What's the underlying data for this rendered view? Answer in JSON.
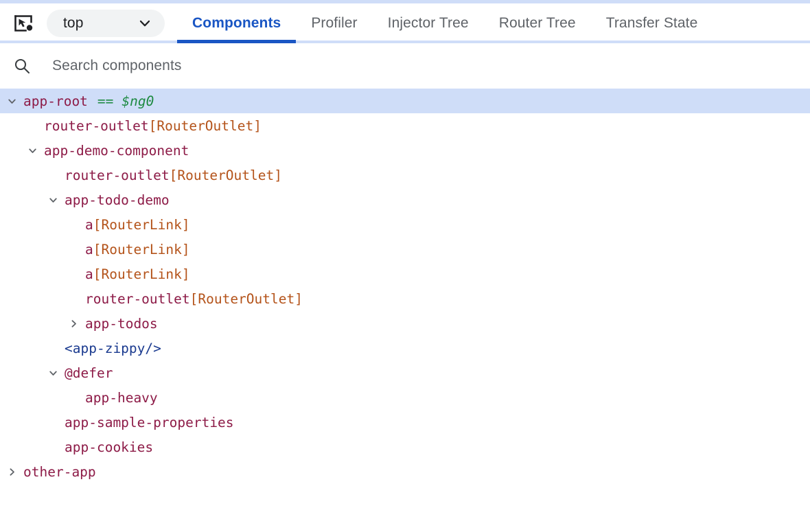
{
  "theme": {
    "accent": "#1a56c4",
    "selected_row_bg": "#cfddf8",
    "band": "#cfddf8",
    "node_color": "#8d1b47",
    "directive_color": "#b4531a",
    "ref_color": "#1e8a42",
    "projected_color": "#1a3a8f"
  },
  "toolbar": {
    "inspect_icon": "inspect-element-icon",
    "frame_select": {
      "value": "top",
      "chevron_icon": "chevron-down-icon"
    },
    "tabs": [
      {
        "label": "Components",
        "active": true
      },
      {
        "label": "Profiler",
        "active": false
      },
      {
        "label": "Injector Tree",
        "active": false
      },
      {
        "label": "Router Tree",
        "active": false
      },
      {
        "label": "Transfer State",
        "active": false
      }
    ]
  },
  "search": {
    "icon": "search-icon",
    "value": "",
    "placeholder": "Search components"
  },
  "tree": {
    "rows": [
      {
        "name": "app-root",
        "directive": "",
        "depth": 0,
        "toggle": "expanded",
        "selected": true,
        "style": "element",
        "eq": "==",
        "ref": "$ng0"
      },
      {
        "name": "router-outlet",
        "directive": "[RouterOutlet]",
        "depth": 1,
        "toggle": "none",
        "selected": false,
        "style": "element",
        "eq": "",
        "ref": ""
      },
      {
        "name": "app-demo-component",
        "directive": "",
        "depth": 1,
        "toggle": "expanded",
        "selected": false,
        "style": "element",
        "eq": "",
        "ref": ""
      },
      {
        "name": "router-outlet",
        "directive": "[RouterOutlet]",
        "depth": 2,
        "toggle": "none",
        "selected": false,
        "style": "element",
        "eq": "",
        "ref": ""
      },
      {
        "name": "app-todo-demo",
        "directive": "",
        "depth": 2,
        "toggle": "expanded",
        "selected": false,
        "style": "element",
        "eq": "",
        "ref": ""
      },
      {
        "name": "a",
        "directive": "[RouterLink]",
        "depth": 3,
        "toggle": "none",
        "selected": false,
        "style": "element",
        "eq": "",
        "ref": ""
      },
      {
        "name": "a",
        "directive": "[RouterLink]",
        "depth": 3,
        "toggle": "none",
        "selected": false,
        "style": "element",
        "eq": "",
        "ref": ""
      },
      {
        "name": "a",
        "directive": "[RouterLink]",
        "depth": 3,
        "toggle": "none",
        "selected": false,
        "style": "element",
        "eq": "",
        "ref": ""
      },
      {
        "name": "router-outlet",
        "directive": "[RouterOutlet]",
        "depth": 3,
        "toggle": "none",
        "selected": false,
        "style": "element",
        "eq": "",
        "ref": ""
      },
      {
        "name": "app-todos",
        "directive": "",
        "depth": 3,
        "toggle": "collapsed",
        "selected": false,
        "style": "element",
        "eq": "",
        "ref": ""
      },
      {
        "name": "<app-zippy/>",
        "directive": "",
        "depth": 2,
        "toggle": "none",
        "selected": false,
        "style": "projected",
        "eq": "",
        "ref": ""
      },
      {
        "name": "@defer",
        "directive": "",
        "depth": 2,
        "toggle": "expanded",
        "selected": false,
        "style": "element",
        "eq": "",
        "ref": ""
      },
      {
        "name": "app-heavy",
        "directive": "",
        "depth": 3,
        "toggle": "none",
        "selected": false,
        "style": "element",
        "eq": "",
        "ref": ""
      },
      {
        "name": "app-sample-properties",
        "directive": "",
        "depth": 2,
        "toggle": "none",
        "selected": false,
        "style": "element",
        "eq": "",
        "ref": ""
      },
      {
        "name": "app-cookies",
        "directive": "",
        "depth": 2,
        "toggle": "none",
        "selected": false,
        "style": "element",
        "eq": "",
        "ref": ""
      },
      {
        "name": "other-app",
        "directive": "",
        "depth": 0,
        "toggle": "collapsed",
        "selected": false,
        "style": "element",
        "eq": "",
        "ref": ""
      }
    ]
  }
}
